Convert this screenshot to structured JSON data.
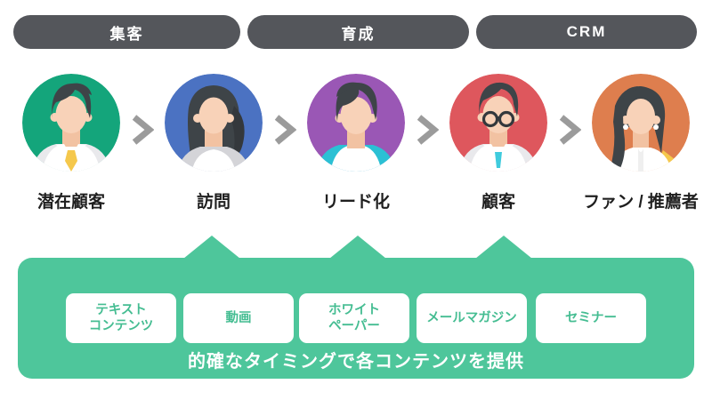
{
  "header": {
    "bars": [
      {
        "label": "集客"
      },
      {
        "label": "育成"
      },
      {
        "label": "CRM"
      }
    ],
    "bar_color": "#54565B",
    "text_color": "#ffffff"
  },
  "funnel": {
    "stages": [
      {
        "label": "潜在顧客",
        "circle_color": "#14A57B",
        "persona": "man-yellow-tie"
      },
      {
        "label": "訪問",
        "circle_color": "#4B72C2",
        "persona": "woman-ponytail"
      },
      {
        "label": "リード化",
        "circle_color": "#9A57B5",
        "persona": "man-teal-shirt"
      },
      {
        "label": "顧客",
        "circle_color": "#DE575D",
        "persona": "man-glasses"
      },
      {
        "label": "ファン / 推薦者",
        "circle_color": "#DE7E4E",
        "persona": "woman-long-hair"
      }
    ],
    "chevron_color": "#9B9B9B"
  },
  "content_panel": {
    "bg_color": "#4EC69B",
    "card_text_color": "#45BD92",
    "cards": [
      {
        "line1": "テキスト",
        "line2": "コンテンツ"
      },
      {
        "line1": "動画",
        "line2": ""
      },
      {
        "line1": "ホワイト",
        "line2": "ペーパー"
      },
      {
        "line1": "メールマガジン",
        "line2": ""
      },
      {
        "line1": "セミナー",
        "line2": ""
      }
    ],
    "caption": "的確なタイミングで各コンテンツを提供"
  }
}
